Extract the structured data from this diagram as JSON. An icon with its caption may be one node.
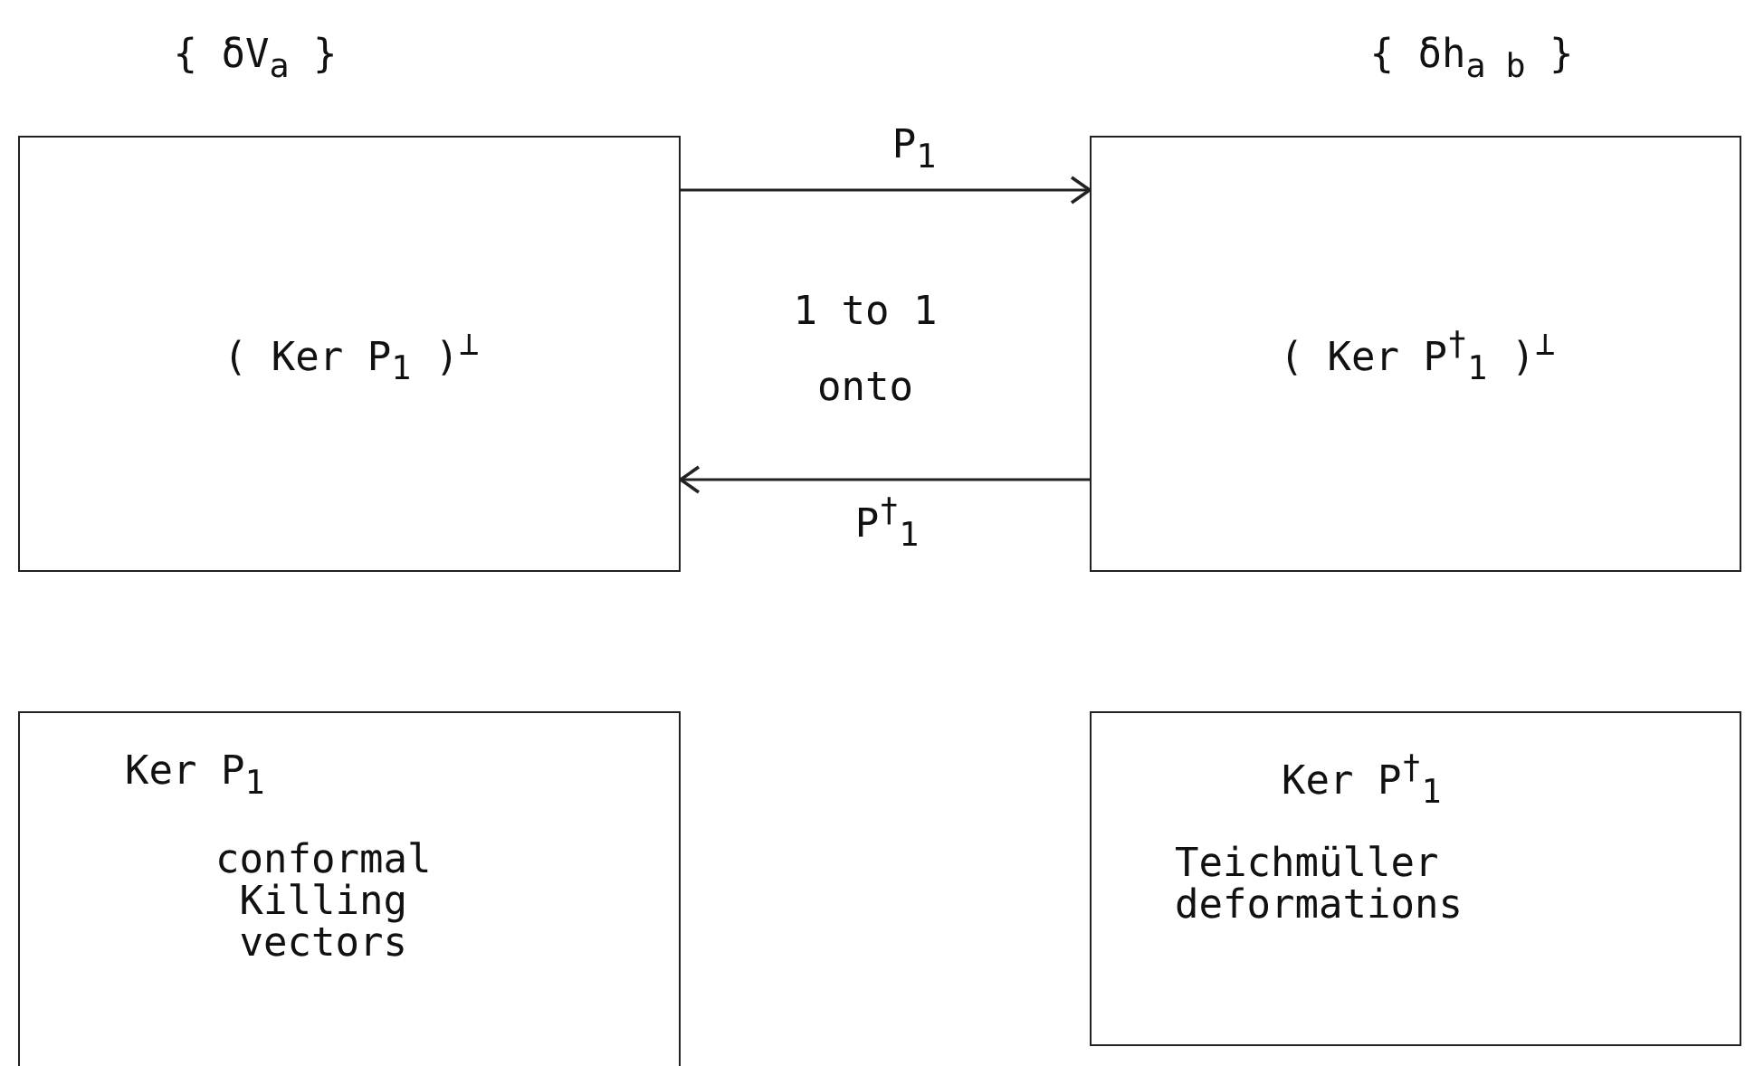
{
  "diagram": {
    "nodes": [
      {
        "text": [
          "{ δV$_{a}$ }",
          "( Ker P$_{1}$ )$^{⊥}$"
        ]
      },
      {
        "text": [
          "{ δh$_{a b}$ }",
          "( Ker P$^{†}$$_{1}$ )$^{⊥}$"
        ]
      },
      {
        "text": [
          "Ker P$_{1}$",
          "conformal Killing vectors"
        ]
      },
      {
        "text": [
          "Ker P$^{†}$$_{1}$",
          "Teichmüller deformations"
        ]
      }
    ],
    "edges": [
      {
        "from": 0,
        "to": 1,
        "arrow": "to",
        "label": "P$_{1}$"
      },
      {
        "from": 1,
        "to": 0,
        "arrow": "to",
        "label": "P$^{†}$$_{1}$"
      }
    ],
    "labels": [
      "1 to 1 onto"
    ]
  }
}
